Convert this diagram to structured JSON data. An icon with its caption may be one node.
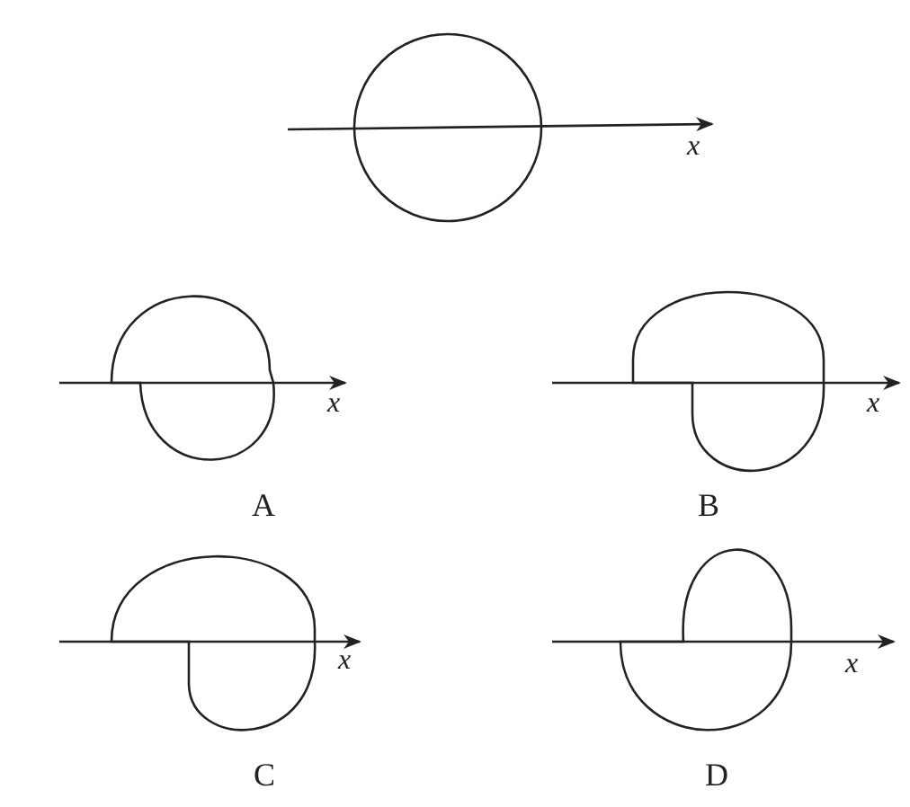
{
  "diagram": {
    "labels": [
      "x",
      "x",
      "x",
      "A",
      "B",
      "x",
      "x",
      "C",
      "D"
    ]
  }
}
